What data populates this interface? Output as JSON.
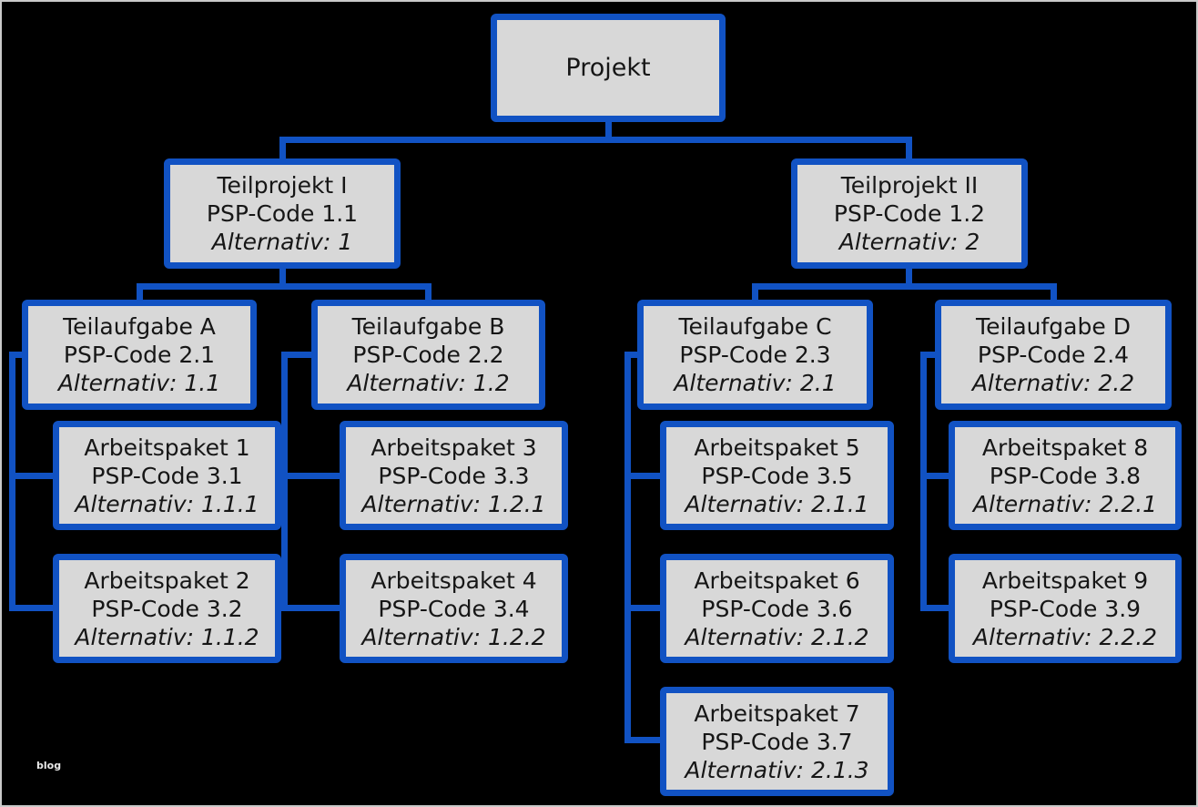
{
  "colors": {
    "background": "#000000",
    "box_border": "#1152c3",
    "box_fill": "#d8d8d8",
    "connector": "#1152c3",
    "text": "#161616"
  },
  "watermark": "blog",
  "root": {
    "title": "Projekt"
  },
  "subprojects": [
    {
      "title": "Teilprojekt I",
      "code": "PSP-Code 1.1",
      "alternative": "Alternativ: 1"
    },
    {
      "title": "Teilprojekt II",
      "code": "PSP-Code 1.2",
      "alternative": "Alternativ: 2"
    }
  ],
  "subtasks": [
    {
      "title": "Teilaufgabe A",
      "code": "PSP-Code 2.1",
      "alternative": "Alternativ: 1.1"
    },
    {
      "title": "Teilaufgabe B",
      "code": "PSP-Code 2.2",
      "alternative": "Alternativ: 1.2"
    },
    {
      "title": "Teilaufgabe C",
      "code": "PSP-Code 2.3",
      "alternative": "Alternativ: 2.1"
    },
    {
      "title": "Teilaufgabe D",
      "code": "PSP-Code 2.4",
      "alternative": "Alternativ: 2.2"
    }
  ],
  "workpackages": [
    {
      "title": "Arbeitspaket 1",
      "code": "PSP-Code 3.1",
      "alternative": "Alternativ: 1.1.1"
    },
    {
      "title": "Arbeitspaket 2",
      "code": "PSP-Code 3.2",
      "alternative": "Alternativ: 1.1.2"
    },
    {
      "title": "Arbeitspaket 3",
      "code": "PSP-Code 3.3",
      "alternative": "Alternativ: 1.2.1"
    },
    {
      "title": "Arbeitspaket 4",
      "code": "PSP-Code 3.4",
      "alternative": "Alternativ: 1.2.2"
    },
    {
      "title": "Arbeitspaket 5",
      "code": "PSP-Code 3.5",
      "alternative": "Alternativ: 2.1.1"
    },
    {
      "title": "Arbeitspaket 6",
      "code": "PSP-Code 3.6",
      "alternative": "Alternativ: 2.1.2"
    },
    {
      "title": "Arbeitspaket 7",
      "code": "PSP-Code 3.7",
      "alternative": "Alternativ: 2.1.3"
    },
    {
      "title": "Arbeitspaket 8",
      "code": "PSP-Code 3.8",
      "alternative": "Alternativ: 2.2.1"
    },
    {
      "title": "Arbeitspaket 9",
      "code": "PSP-Code 3.9",
      "alternative": "Alternativ: 2.2.2"
    }
  ]
}
